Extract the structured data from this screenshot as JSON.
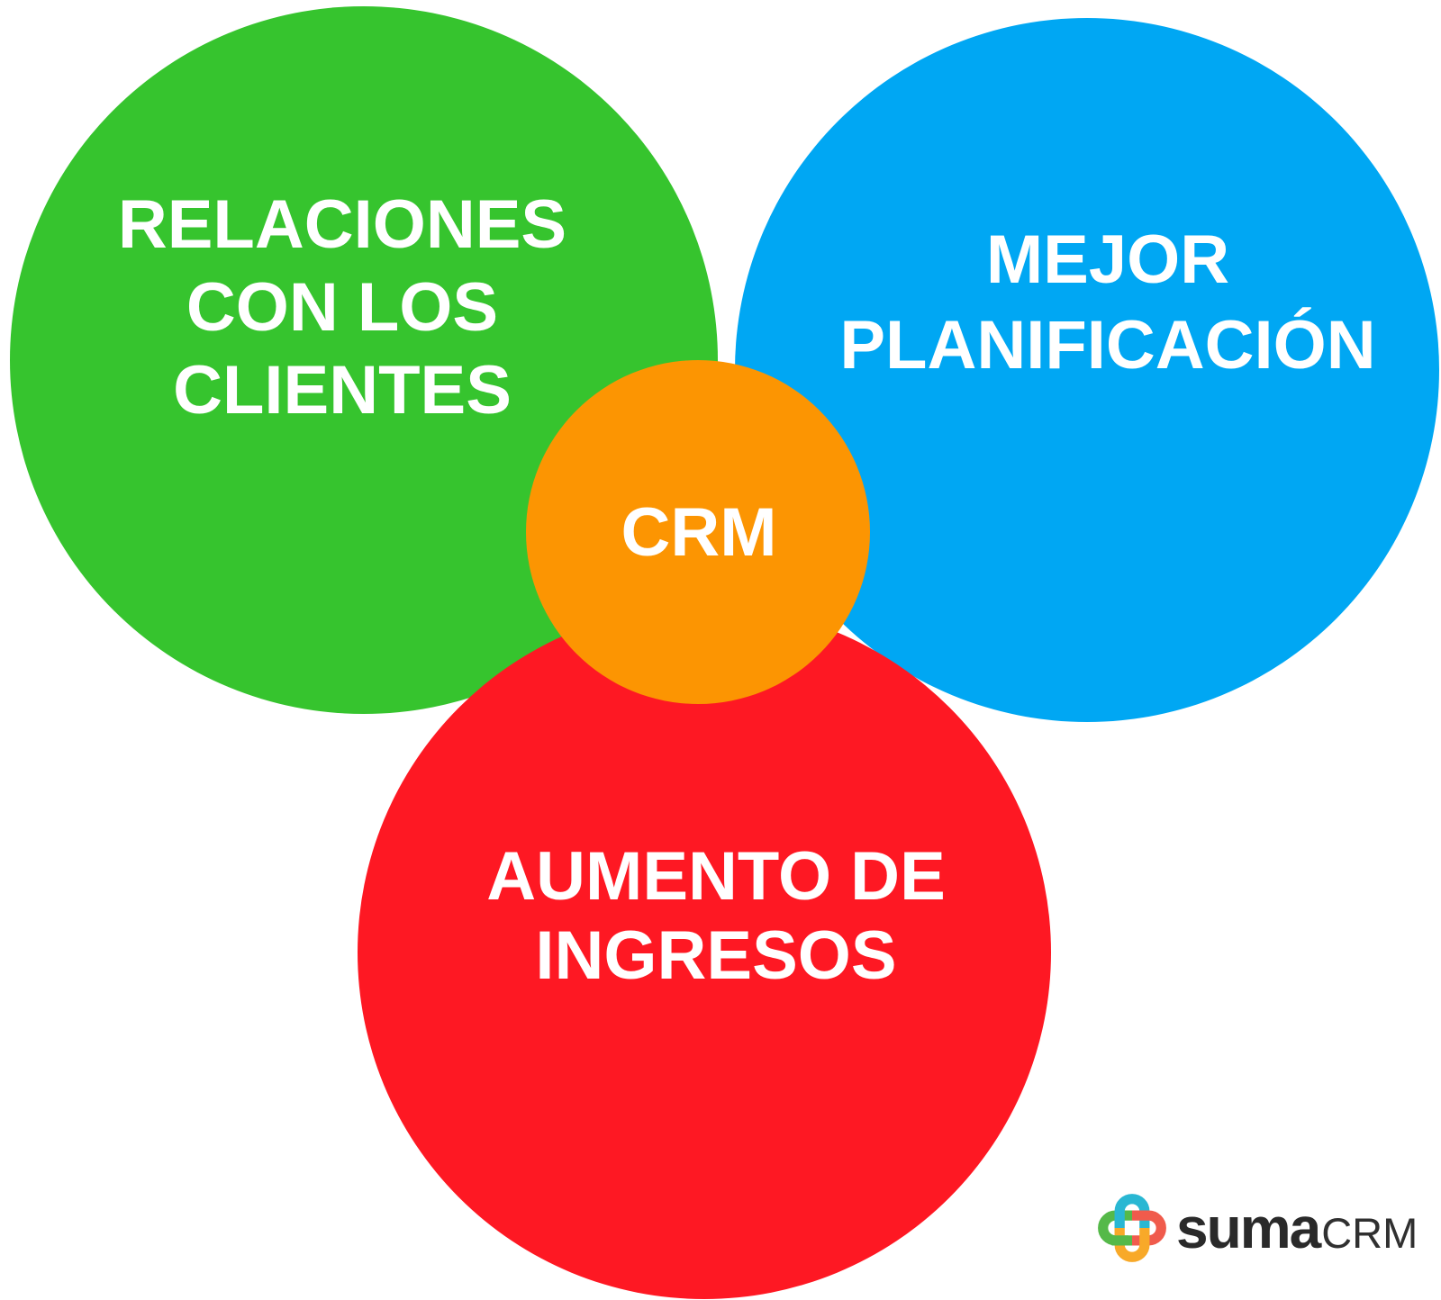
{
  "diagram": {
    "type": "venn-benefits",
    "center_label": "CRM",
    "circles": {
      "customers": {
        "lines": [
          "RELACIONES",
          "CON LOS",
          "CLIENTES"
        ],
        "color": "#36C42E",
        "text_color": "#FFFFFF"
      },
      "planning": {
        "lines": [
          "MEJOR",
          "PLANIFICACIÓN"
        ],
        "color": "#00A7F3",
        "text_color": "#FFFFFF"
      },
      "revenue": {
        "lines": [
          "AUMENTO DE",
          "INGRESOS"
        ],
        "color": "#FE1823",
        "text_color": "#FFFFFF"
      },
      "crm": {
        "lines": [
          "CRM"
        ],
        "color": "#FC9502",
        "text_color": "#FFFFFF"
      }
    }
  },
  "logo": {
    "brand_bold": "suma",
    "brand_light": "CRM",
    "icon": "interlocked-loops-icon",
    "icon_colors": {
      "cyan": "#29B7D3",
      "green": "#55B949",
      "red": "#F05B4C",
      "yellow": "#F8A929"
    },
    "text_color": "#2A2A2A"
  }
}
